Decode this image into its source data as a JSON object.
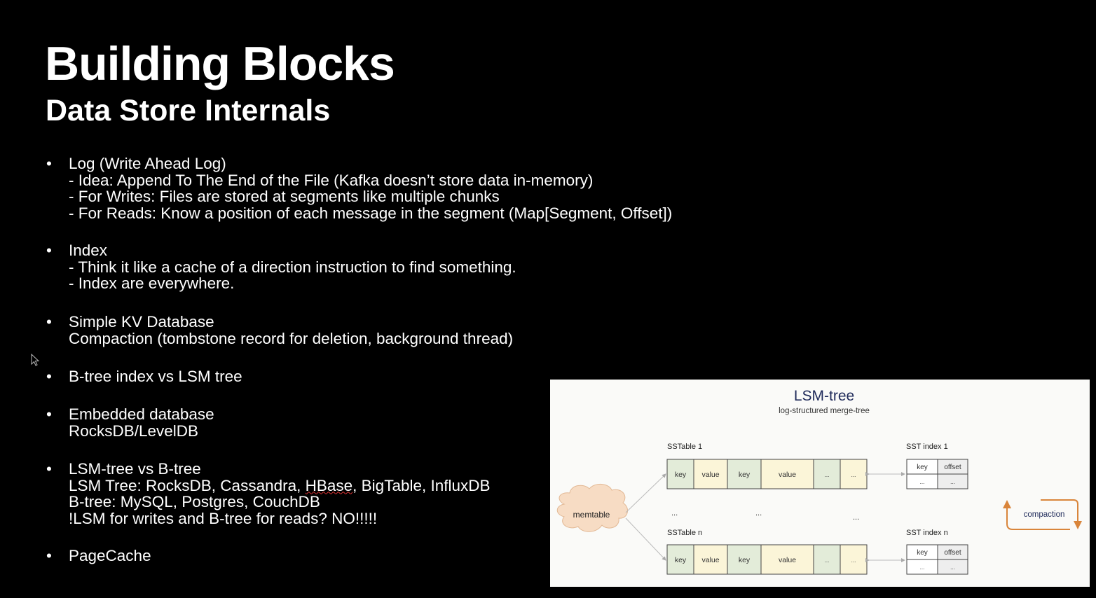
{
  "slide": {
    "title": "Building Blocks",
    "subtitle": "Data Store Internals",
    "bullets": [
      {
        "lines": [
          "Log (Write Ahead Log)",
          "- Idea: Append To The End of the File (Kafka doesn’t store data in-memory)",
          "- For Writes: Files are stored at segments like multiple chunks",
          "- For Reads: Know a position of each message in the segment (Map[Segment, Offset])"
        ]
      },
      {
        "lines": [
          "Index",
          "- Think it like a cache of a direction instruction to find something.",
          "- Index are everywhere."
        ]
      },
      {
        "lines": [
          "Simple KV Database",
          "Compaction (tombstone record for deletion, background thread)"
        ]
      },
      {
        "lines": [
          "B-tree index vs LSM tree"
        ]
      },
      {
        "lines": [
          "Embedded database",
          "RocksDB/LevelDB"
        ]
      },
      {
        "lines": [
          "LSM-tree vs B-tree",
          "LSM Tree: RocksDB, Cassandra, ",
          "HBase",
          ", BigTable, InfluxDB",
          "B-tree: MySQL, Postgres, CouchDB",
          "!LSM for writes and B-tree for reads? NO!!!!!"
        ]
      },
      {
        "lines": [
          "PageCache"
        ]
      }
    ],
    "bullet_symbol": "•"
  },
  "diagram": {
    "title": "LSM-tree",
    "subtitle": "log-structured merge-tree",
    "memtable": "memtable",
    "sstable1": "SSTable 1",
    "sstablen": "SSTable n",
    "index1": "SST index 1",
    "indexn": "SST index n",
    "cells": [
      "key",
      "value",
      "key",
      "value",
      "...",
      "..."
    ],
    "index_cells": [
      "key",
      "offset",
      "...",
      "..."
    ],
    "ellipsis": "...",
    "compaction": "compaction",
    "colors": {
      "key": "#e3ecd9",
      "value": "#fbf5d8",
      "title": "#1f2a5a",
      "arrow": "#d9853b"
    }
  }
}
